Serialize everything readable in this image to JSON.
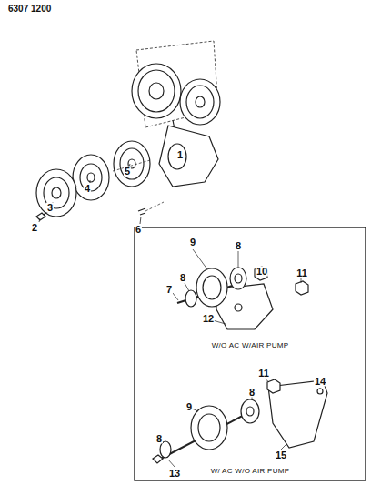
{
  "diagram": {
    "labels": [
      "6307 1200",
      "1",
      "2",
      "3",
      "4",
      "5",
      "6",
      "9",
      "8",
      "10",
      "8",
      "7",
      "11",
      "12",
      "W/O AC W/AIR PUMP",
      "11",
      "14",
      "8",
      "9",
      "8",
      "13",
      "15",
      "W/ AC W/O AIR PUMP"
    ]
  }
}
